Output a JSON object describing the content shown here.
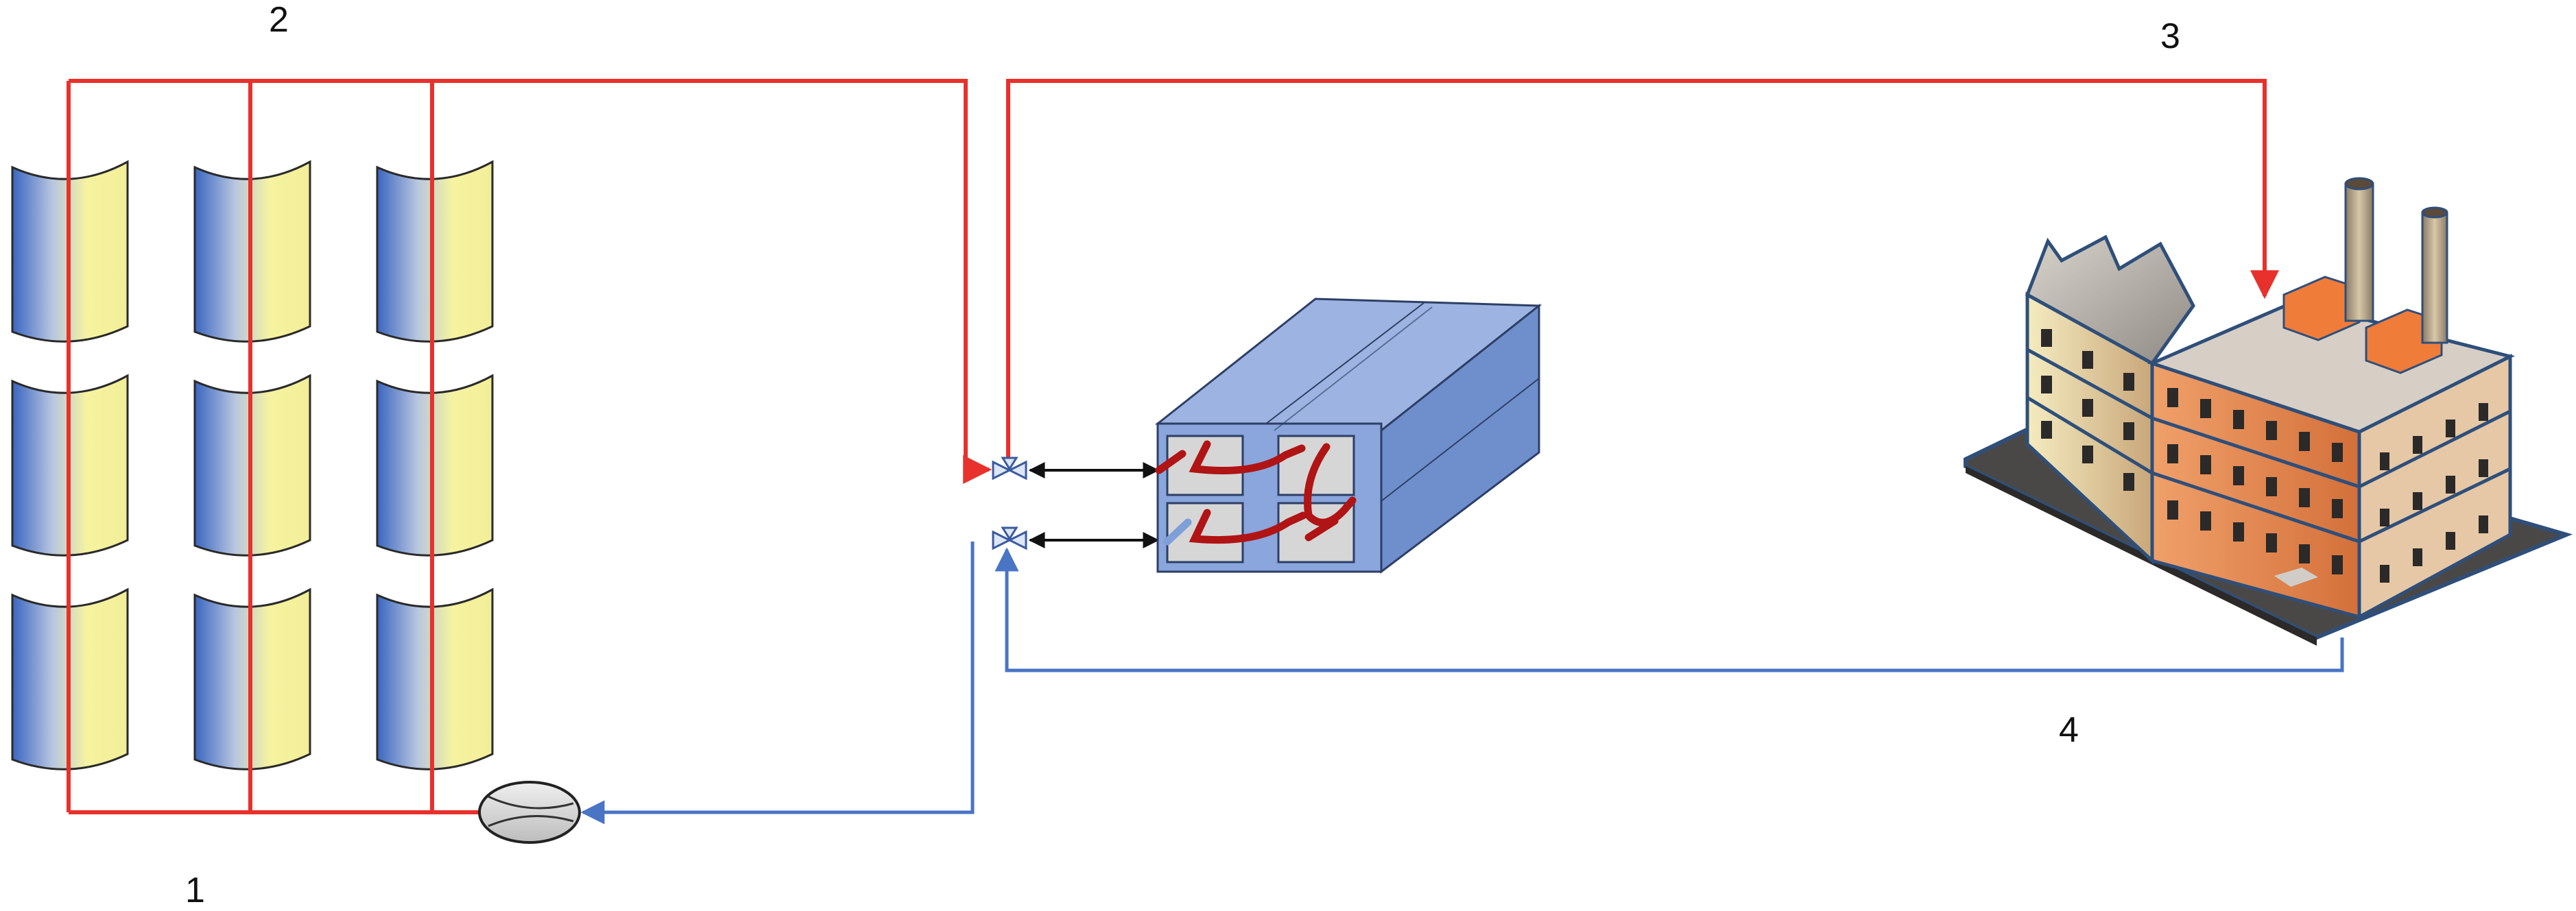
{
  "labels": {
    "n1": "1",
    "n2": "2",
    "n3": "3",
    "n4": "4"
  },
  "colors": {
    "hot_line": "#e8312c",
    "cold_line": "#4a74c4",
    "collector_blue": "#3a66c0",
    "collector_yellow": "#f6f3a0",
    "storage_fill": "#7f9fd8",
    "storage_edge": "#2d3f66",
    "coil": "#b01414",
    "arrow": "#111111",
    "pump_fill": "#d9d9d9",
    "factory_orange": "#e9874e",
    "factory_tan": "#cfb89a",
    "factory_cream": "#f1e4b0",
    "factory_outline": "#2f4f7a"
  },
  "icons": {
    "pump": "pump-icon",
    "valve": "valve-icon",
    "storage": "thermal-storage-icon",
    "factory": "factory-icon",
    "collector": "parabolic-trough-collector-icon"
  }
}
